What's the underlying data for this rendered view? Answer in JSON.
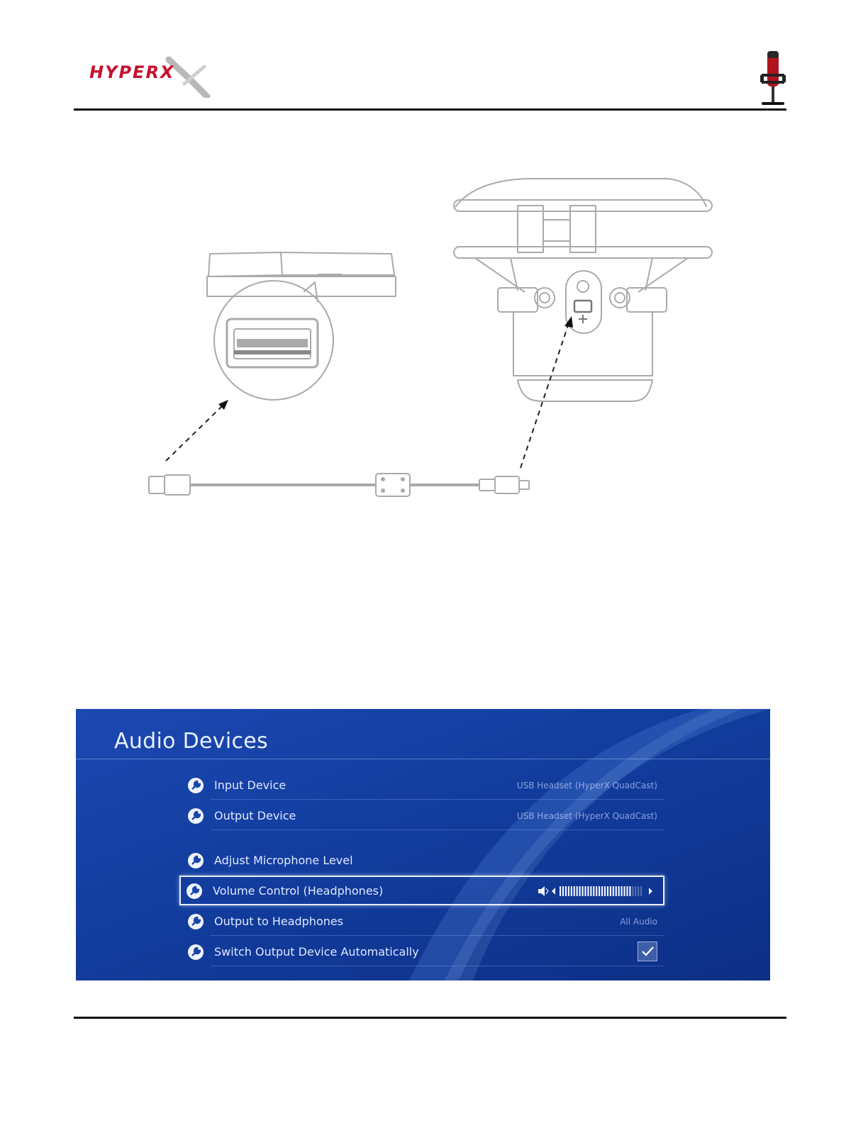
{
  "header": {
    "brand": "HYPERX",
    "brand_color": "#c8102e"
  },
  "audio_devices": {
    "title": "Audio Devices",
    "rows": [
      {
        "label": "Input Device",
        "value": "USB Headset (HyperX QuadCast)"
      },
      {
        "label": "Output Device",
        "value": "USB Headset (HyperX QuadCast)"
      },
      {
        "label": "Adjust Microphone Level",
        "value": ""
      },
      {
        "label": "Volume Control (Headphones)",
        "value": "",
        "selected": true,
        "volume_fraction": 0.88
      },
      {
        "label": "Output to Headphones",
        "value": "All Audio"
      },
      {
        "label": "Switch Output Device Automatically",
        "value": "",
        "checked": true
      }
    ]
  }
}
